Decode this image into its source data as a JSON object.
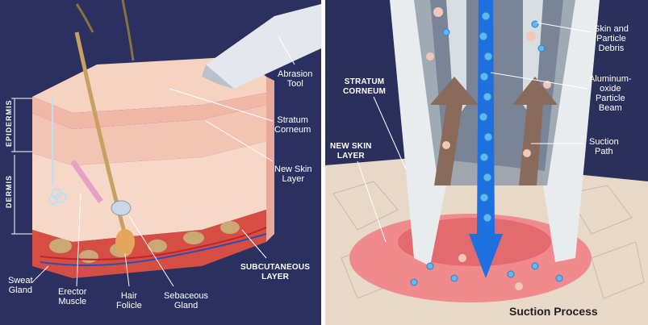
{
  "left_panel": {
    "labels": {
      "abrasion_tool": "Abrasion\nTool",
      "stratum_corneum": "Stratum\nCorneum",
      "new_skin_layer": "New Skin\nLayer",
      "subcutaneous_layer": "SUBCUTANEOUS\nLAYER",
      "sweat_gland": "Sweat\nGland",
      "erector_muscle": "Erector\nMuscle",
      "hair_folicle": "Hair\nFolicle",
      "sebaceous_gland": "Sebaceous\nGland",
      "epidermis": "EPIDERMIS",
      "dermis": "DERMIS"
    }
  },
  "right_panel": {
    "labels": {
      "stratum_corneum": "STRATUM\nCORNEUM",
      "new_skin_layer": "NEW SKIN\nLAYER",
      "skin_particle_debris": "Skin and\nParticle\nDebris",
      "aluminum_oxide_beam": "Aluminum-\noxide\nParticle\nBeam",
      "suction_path": "Suction\nPath",
      "title": "Suction Process"
    }
  },
  "colors": {
    "background": "#2b3060",
    "skin": "#f3c9b4",
    "dermis": "#f0a89a",
    "subcutaneous": "#d94f45",
    "particle_beam": "#1e6fe0",
    "particles": "#5fb9f0"
  }
}
